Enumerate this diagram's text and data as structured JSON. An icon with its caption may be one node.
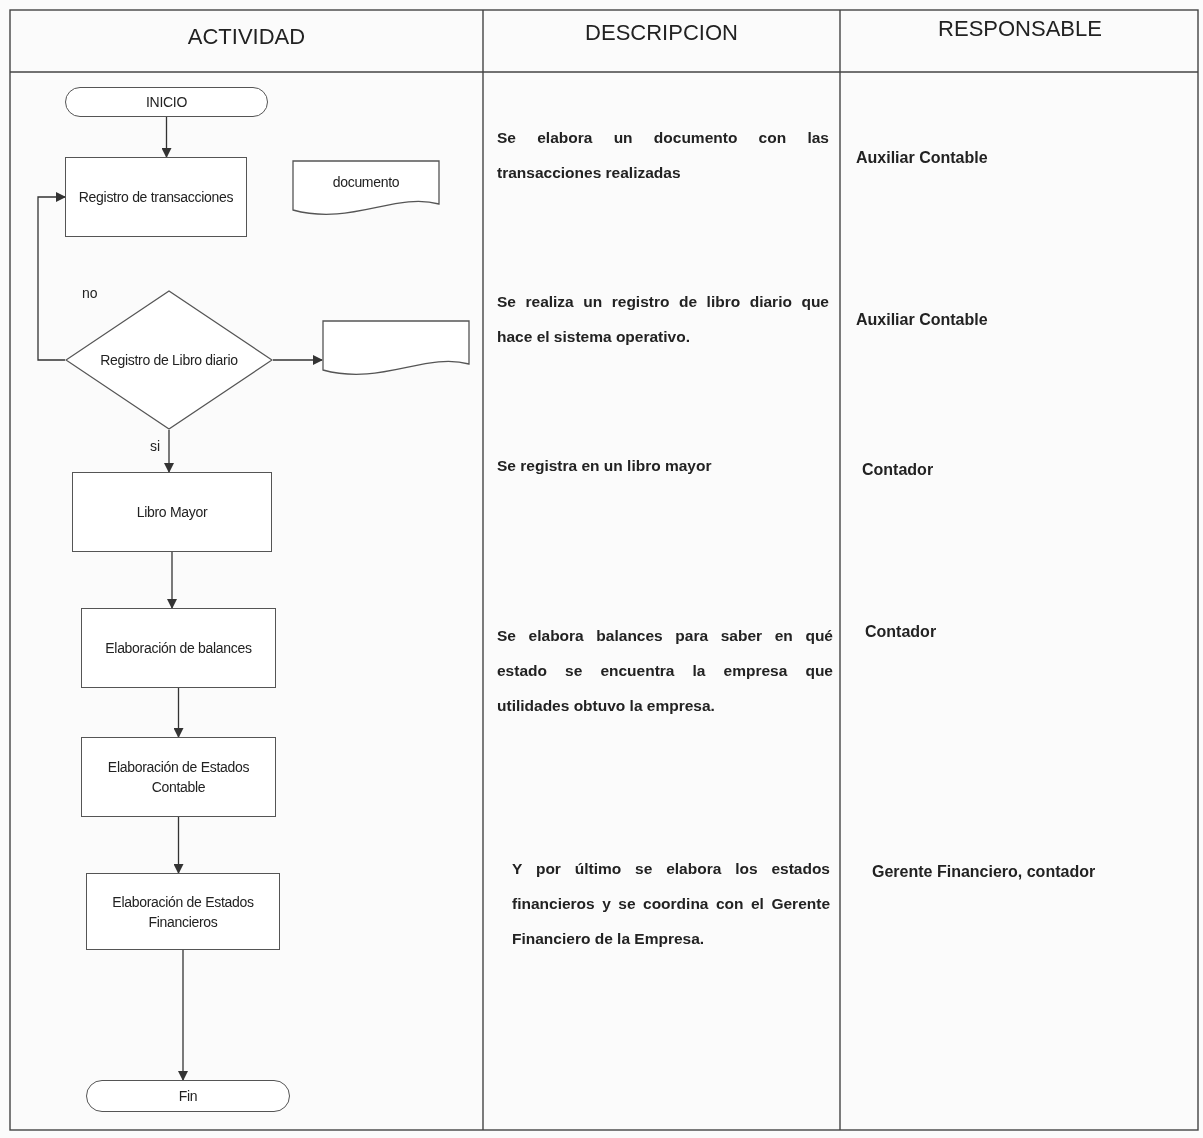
{
  "diagram": {
    "nodes": [
      {
        "text": [
          "INICIO"
        ]
      },
      {
        "text": [
          "Registro de transacciones"
        ]
      },
      {
        "text": [
          "documento"
        ]
      },
      {
        "text": [
          "Registro de Libro diario"
        ]
      },
      {
        "text": [],
        "shape": "document"
      },
      {
        "text": [
          "Libro Mayor"
        ]
      },
      {
        "text": [
          "Elaboración de balances"
        ]
      },
      {
        "text": [
          "Elaboración de Estados Contable"
        ]
      },
      {
        "text": [
          "Elaboración de Estados Financieros"
        ]
      },
      {
        "text": [
          "Fin"
        ]
      }
    ],
    "edges": [
      {
        "from": 0,
        "to": 1,
        "arrow": "to"
      },
      {
        "from": 3,
        "to": 1,
        "arrow": "to",
        "label": "no"
      },
      {
        "from": 3,
        "to": 4,
        "arrow": "to"
      },
      {
        "from": 3,
        "to": 5,
        "arrow": "to",
        "label": "si"
      },
      {
        "from": 5,
        "to": 6,
        "arrow": "to"
      },
      {
        "from": 6,
        "to": 7,
        "arrow": "to"
      },
      {
        "from": 7,
        "to": 8,
        "arrow": "to"
      },
      {
        "from": 8,
        "to": 9,
        "arrow": "to"
      }
    ],
    "labels": [
      "ACTIVIDAD",
      "DESCRIPCION",
      "RESPONSABLE",
      "Se elabora un documento con las transacciones realizadas",
      "Auxiliar Contable",
      "Se realiza un registro de libro diario que hace el sistema operativo.",
      "Auxiliar Contable",
      "Se registra en un libro mayor",
      "Contador",
      "Se elabora balances para saber en qué estado se encuentra la empresa que utilidades obtuvo la empresa.",
      "Contador",
      "Y por último se elabora los estados financieros y se coordina con el Gerente Financiero de la Empresa.",
      "Gerente Financiero, contador"
    ]
  }
}
